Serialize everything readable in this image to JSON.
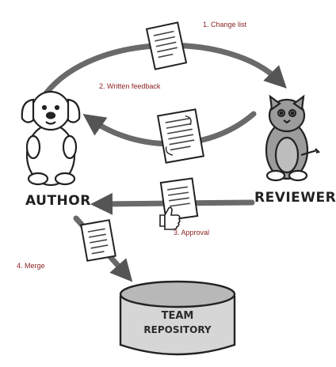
{
  "steps": [
    {
      "label": "1. Change list"
    },
    {
      "label": "2. Written feedback"
    },
    {
      "label": "3. Approval"
    },
    {
      "label": "4. Merge"
    }
  ],
  "roles": {
    "author": "AUTHOR",
    "reviewer": "REVIEWER"
  },
  "repository": {
    "line1": "TEAM",
    "line2": "REPOSITORY"
  },
  "colors": {
    "step_label": "#8b2222",
    "arrow": "#555555",
    "ink": "#2a2a2a",
    "cat_fill": "#9c9c9c",
    "repo_top": "#b8b8b8",
    "repo_body": "#d6d6d6"
  }
}
